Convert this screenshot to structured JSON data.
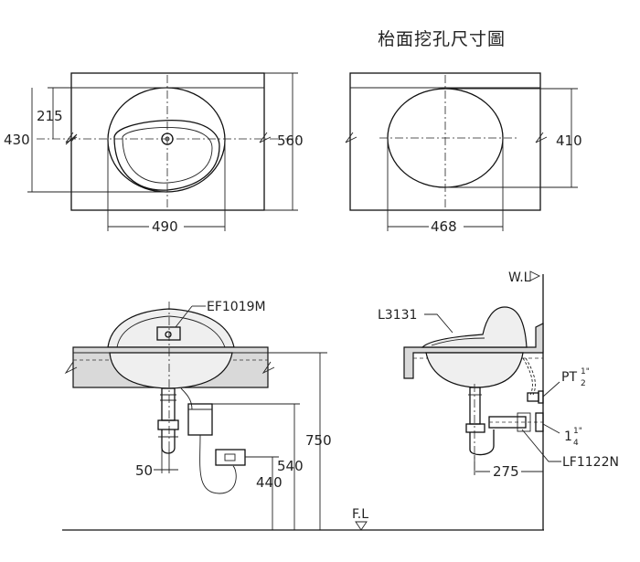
{
  "title": "枱面挖孔尺寸圖",
  "top_left": {
    "dims": {
      "d215": "215",
      "d430": "430",
      "d560": "560",
      "d490": "490"
    }
  },
  "top_right": {
    "dims": {
      "d410": "410",
      "d468": "468"
    }
  },
  "front": {
    "labels": {
      "faucet": "EF1019M"
    },
    "dims": {
      "d50": "50",
      "d540": "540",
      "d440": "440",
      "d750": "750"
    }
  },
  "side": {
    "labels": {
      "wl": "W.L",
      "basin": "L3131",
      "pt": "PT",
      "pt_sup": "1\"",
      "pt_sub": "2",
      "size_base": "1",
      "size_sup": "1\"",
      "size_sub": "4",
      "trap": "LF1122N",
      "fl": "F.L"
    },
    "dims": {
      "d275": "275"
    }
  }
}
